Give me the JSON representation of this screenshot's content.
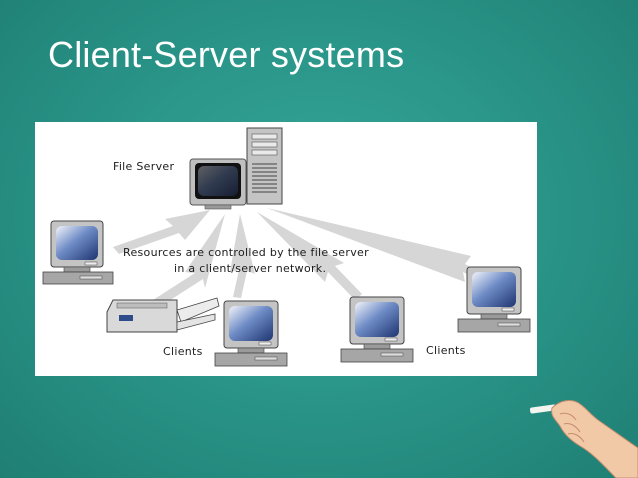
{
  "slide": {
    "title": "Client-Server systems"
  },
  "diagram": {
    "server_label": "File Server",
    "caption_line1": "Resources are controlled by the file server",
    "caption_line2": "in a client/server network.",
    "clients_label_left": "Clients",
    "clients_label_right": "Clients"
  },
  "colors": {
    "background": "#2b968a",
    "panel": "#ffffff",
    "arrow": "#d4d4d4",
    "screen": "#3d5f9e"
  }
}
